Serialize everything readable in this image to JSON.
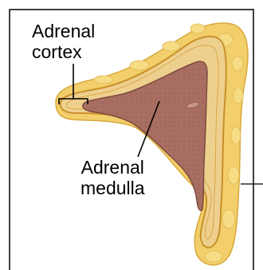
{
  "labels": {
    "cortex_line1": "Adrenal",
    "cortex_line2": "cortex",
    "medulla_line1": "Adrenal",
    "medulla_line2": "medulla"
  },
  "colors": {
    "fat": "#f2cf6a",
    "fat_edge": "#d8a83a",
    "cortex": "#eed08e",
    "cortex_edge": "#c88f2a",
    "medulla": "#a96e62",
    "medulla_edge": "#7c4a3e",
    "frame": "#000000",
    "pointer_line": "#000000"
  }
}
